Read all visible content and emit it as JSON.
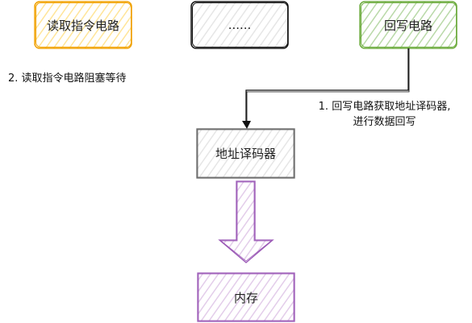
{
  "nodes": {
    "read": {
      "label": "读取指令电路",
      "fill": "#fff2cc",
      "stroke": "#f0a000"
    },
    "ellipsis": {
      "label": "......",
      "fill": "#f5f5f5",
      "stroke": "#111111"
    },
    "writeback": {
      "label": "回写电路",
      "fill": "#d5e8d4",
      "stroke": "#6aaa3a"
    },
    "decoder": {
      "label": "地址译码器",
      "fill": "#f5f5f5",
      "stroke": "#666666"
    },
    "memory": {
      "label": "内存",
      "fill": "#f3eaf7",
      "stroke": "#9b59b6"
    }
  },
  "notes": {
    "blocked": "2. 读取指令电路阻塞等待",
    "step1_line1": "1. 回写电路获取地址译码器,",
    "step1_line2": "进行数据回写"
  },
  "colors": {
    "big_arrow_fill": "#e8d8ef",
    "big_arrow_stroke": "#9b59b6",
    "connector": "#111111"
  }
}
